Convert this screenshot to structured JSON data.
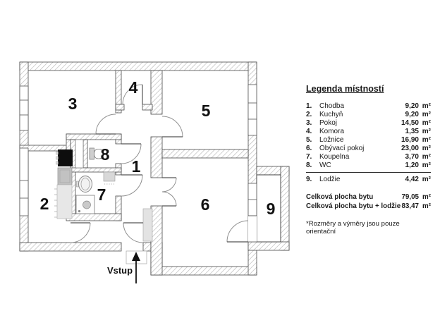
{
  "legend": {
    "title": "Legenda místností",
    "rows": [
      {
        "num": "1.",
        "name": "Chodba",
        "area": "9,20",
        "unit": "m²"
      },
      {
        "num": "2.",
        "name": "Kuchyň",
        "area": "9,20",
        "unit": "m²"
      },
      {
        "num": "3.",
        "name": "Pokoj",
        "area": "14,50",
        "unit": "m²"
      },
      {
        "num": "4.",
        "name": "Komora",
        "area": "1,35",
        "unit": "m²"
      },
      {
        "num": "5.",
        "name": "Ložnice",
        "area": "16,90",
        "unit": "m²"
      },
      {
        "num": "6.",
        "name": "Obývací pokoj",
        "area": "23,00",
        "unit": "m²"
      },
      {
        "num": "7.",
        "name": "Koupelna",
        "area": "3,70",
        "unit": "m²"
      },
      {
        "num": "8.",
        "name": "WC",
        "area": "1,20",
        "unit": "m²"
      },
      {
        "num": "9.",
        "name": "Lodžie",
        "area": "4,42",
        "unit": "m²"
      }
    ],
    "totals": [
      {
        "label": "Celková plocha bytu",
        "area": "79,05",
        "unit": "m²"
      },
      {
        "label": "Celková plocha bytu + lodžie",
        "area": "83,47",
        "unit": "m²"
      }
    ],
    "footnote": "*Rozměry a výměry jsou pouze orientační"
  },
  "plan": {
    "entrance_label": "Vstup",
    "rooms": [
      {
        "number": "1"
      },
      {
        "number": "2"
      },
      {
        "number": "3"
      },
      {
        "number": "4"
      },
      {
        "number": "5"
      },
      {
        "number": "6"
      },
      {
        "number": "7"
      },
      {
        "number": "8"
      },
      {
        "number": "9"
      }
    ],
    "colors": {
      "wall_outline": "#4a4a4a",
      "wall_hatch": "#b8b8b8",
      "text": "#1a1a1a",
      "stove": "#0d0d0d"
    }
  }
}
